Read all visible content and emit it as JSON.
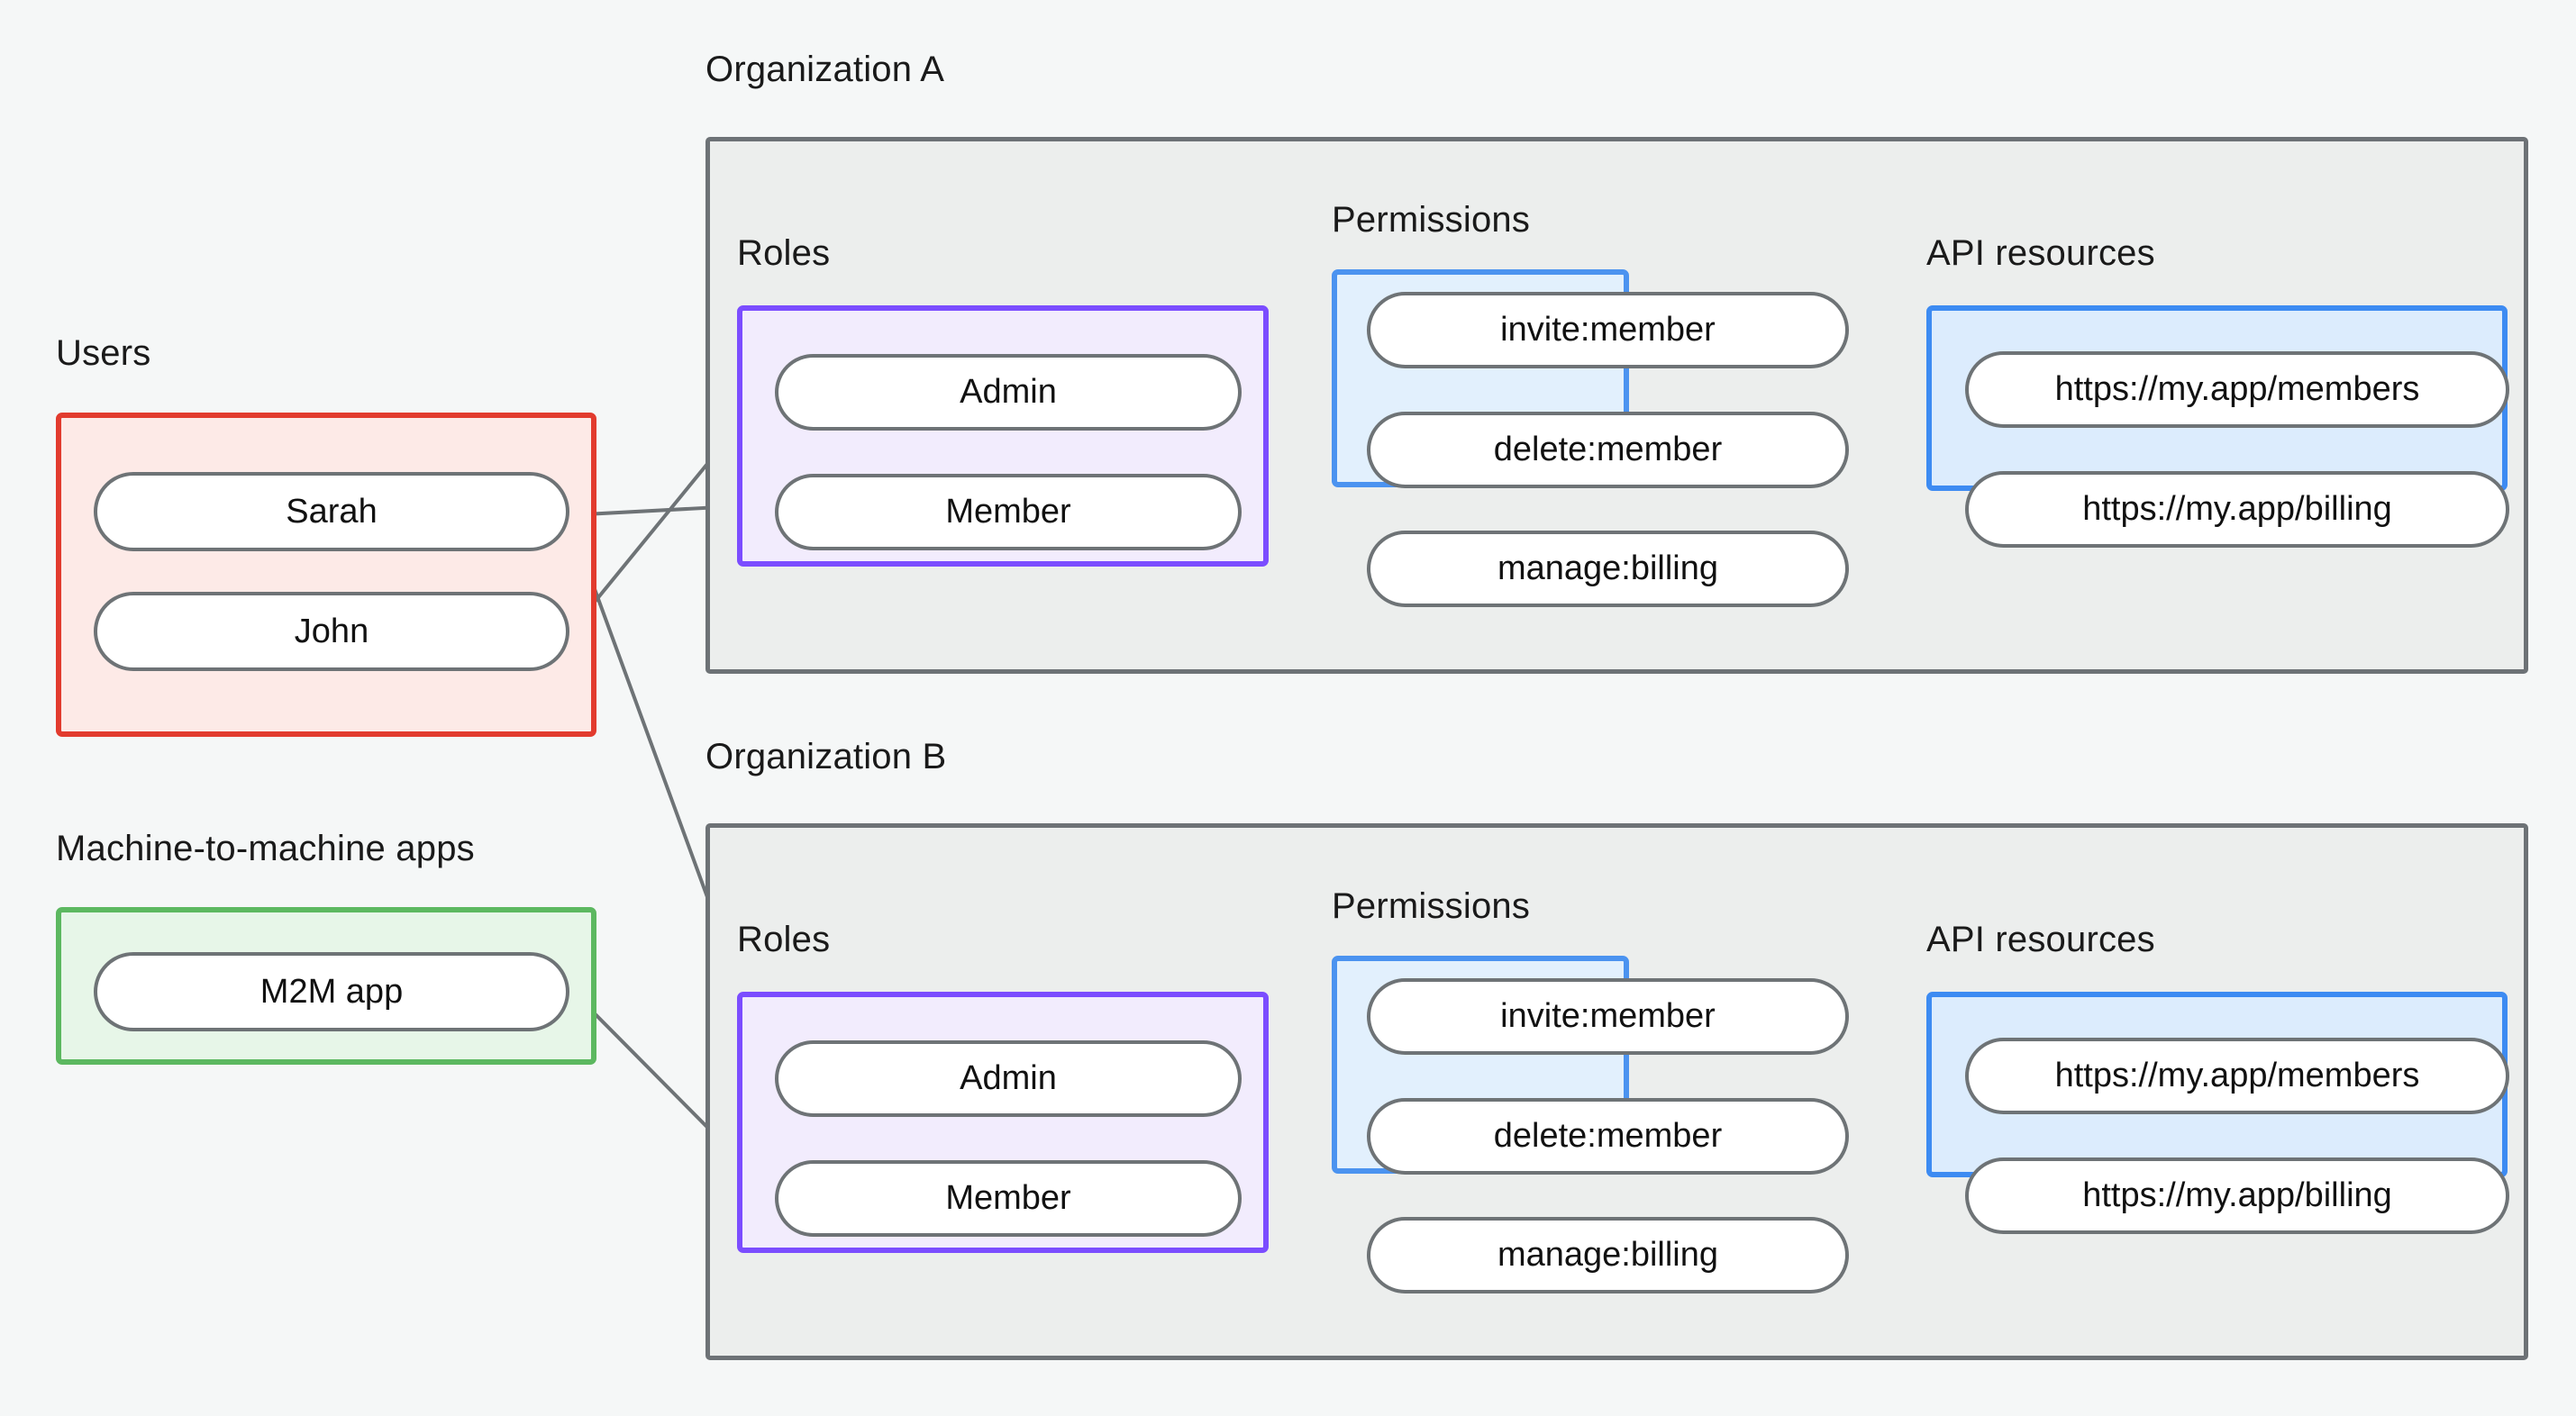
{
  "diagram": {
    "title_visible": false,
    "background_color": "#f5f7f7",
    "palette": {
      "users_border": "#e23b2e",
      "users_fill": "#fdeae7",
      "m2m_border": "#5cb860",
      "m2m_fill": "#e7f6e8",
      "roles_border": "#7b4dff",
      "roles_fill": "#f2ecfd",
      "permissions_border": "#4b93f0",
      "permissions_fill": "#e2f0fd",
      "api_border": "#3d8bf2",
      "api_fill": "#dcecfd",
      "org_border": "#6d7276",
      "org_fill": "#eceeed",
      "node_border": "#6e7376",
      "node_fill": "#ffffff",
      "edge": "#6e7376"
    }
  },
  "left_column": {
    "users": {
      "label": "Users",
      "items": [
        {
          "label": "Sarah"
        },
        {
          "label": "John"
        }
      ]
    },
    "m2m": {
      "label": "Machine-to-machine apps",
      "items": [
        {
          "label": "M2M app"
        }
      ]
    }
  },
  "organizations": [
    {
      "label": "Organization A",
      "roles": {
        "label": "Roles",
        "items": [
          {
            "label": "Admin"
          },
          {
            "label": "Member"
          }
        ]
      },
      "permissions": {
        "label": "Permissions",
        "items": [
          {
            "label": "invite:member"
          },
          {
            "label": "delete:member"
          },
          {
            "label": "manage:billing"
          }
        ]
      },
      "api_resources": {
        "label": "API resources",
        "items": [
          {
            "label": "https://my.app/members"
          },
          {
            "label": "https://my.app/billing"
          }
        ]
      }
    },
    {
      "label": "Organization B",
      "roles": {
        "label": "Roles",
        "items": [
          {
            "label": "Admin"
          },
          {
            "label": "Member"
          }
        ]
      },
      "permissions": {
        "label": "Permissions",
        "items": [
          {
            "label": "invite:member"
          },
          {
            "label": "delete:member"
          },
          {
            "label": "manage:billing"
          }
        ]
      },
      "api_resources": {
        "label": "API resources",
        "items": [
          {
            "label": "https://my.app/members"
          },
          {
            "label": "https://my.app/billing"
          }
        ]
      }
    }
  ],
  "connections": [
    {
      "from": "Sarah",
      "to": "Organization A / Member"
    },
    {
      "from": "Sarah",
      "to": "Organization B / Admin"
    },
    {
      "from": "John",
      "to": "Organization A / Admin"
    },
    {
      "from": "M2M app",
      "to": "Organization B / Member"
    },
    {
      "from": "Organization A / Admin",
      "to": "Organization A / invite:member"
    },
    {
      "from": "Organization A / Admin",
      "to": "Organization A / delete:member"
    },
    {
      "from": "Organization A / Member",
      "to": "Organization A / manage:billing"
    },
    {
      "from": "Organization A / invite:member",
      "to": "Organization A / https://my.app/members"
    },
    {
      "from": "Organization A / delete:member",
      "to": "Organization A / https://my.app/members"
    },
    {
      "from": "Organization A / manage:billing",
      "to": "Organization A / https://my.app/billing"
    },
    {
      "from": "Organization B / Admin",
      "to": "Organization B / invite:member"
    },
    {
      "from": "Organization B / Admin",
      "to": "Organization B / delete:member"
    },
    {
      "from": "Organization B / Member",
      "to": "Organization B / manage:billing"
    },
    {
      "from": "Organization B / invite:member",
      "to": "Organization B / https://my.app/members"
    },
    {
      "from": "Organization B / delete:member",
      "to": "Organization B / https://my.app/members"
    },
    {
      "from": "Organization B / manage:billing",
      "to": "Organization B / https://my.app/billing"
    }
  ]
}
